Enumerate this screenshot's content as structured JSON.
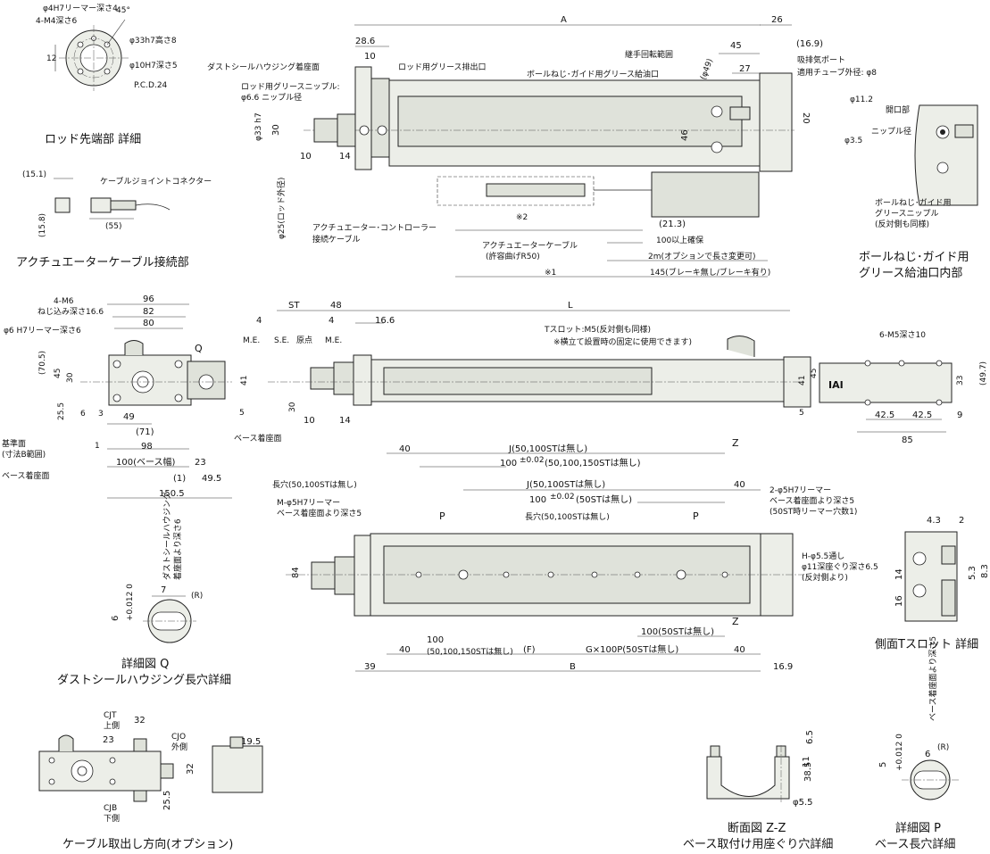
{
  "captions": {
    "rod_tip": "ロッド先端部 詳細",
    "cable_connector": "アクチュエーターケーブル接続部",
    "grease_inlet_line1": "ボールねじ･ガイド用",
    "grease_inlet_line2": "グリース給油口内部",
    "detail_q_line1": "詳細図 Q",
    "detail_q_line2": "ダストシールハウジング長穴詳細",
    "side_tslot": "側面Tスロット 詳細",
    "cable_exit": "ケーブル取出し方向(オプション)",
    "section_zz_line1": "断面図 Z-Z",
    "section_zz_line2": "ベース取付け用座ぐり穴詳細",
    "detail_p_line1": "詳細図 P",
    "detail_p_line2": "ベース長穴詳細"
  },
  "rod_tip": {
    "reamer": "φ4H7リーマー深さ4",
    "tap": "4-M4深さ6",
    "angle": "45°",
    "boss": "φ33h7高さ8",
    "bore": "φ10H7深さ5",
    "pcd": "P.C.D.24",
    "dim12": "12"
  },
  "cable_connector": {
    "label": "ケーブルジョイントコネクター",
    "d15_1": "(15.1)",
    "d15_8": "(15.8)",
    "d55": "(55)"
  },
  "top_view": {
    "A": "A",
    "d26": "26",
    "d28_6": "28.6",
    "d10": "10",
    "dust_seal_face": "ダストシールハウジング着座面",
    "rod_grease_outlet": "ロッド用グリース排出口",
    "rod_grease_nipple_1": "ロッド用グリースニップル:",
    "rod_grease_nipple_2": "φ6.6 ニップル径",
    "joint_rotation": "継手回転範囲",
    "ball_screw_grease": "ボールねじ･ガイド用グリース給油口",
    "d45": "45",
    "d49": "(φ49)",
    "d27": "27",
    "d16_9": "(16.9)",
    "exhaust_port_1": "吸排気ポート",
    "exhaust_port_2": "適用チューブ外径: φ8",
    "d20": "20",
    "d46": "46",
    "d33h7": "φ33 h7",
    "d30": "30",
    "d14": "14",
    "rod_dia": "φ25(ロッド外径)",
    "actuator_cable_conn_1": "アクチュエーター･コントローラー",
    "actuator_cable_conn_2": "接続ケーブル",
    "note2": "※2",
    "d21_3": "(21.3)",
    "min100": "100以上確保",
    "actuator_cable_1": "アクチュエーターケーブル",
    "actuator_cable_2": "(許容曲げR50)",
    "len2m": "2m(オプションで長さ変更可)",
    "note1": "※1",
    "d145": "145(ブレーキ無し/ブレーキ有り)"
  },
  "grease_inlet": {
    "d11_2": "φ11.2",
    "port": "開口部",
    "d3_5": "φ3.5",
    "nipple": "ニップル径",
    "note_1": "ボールねじ･ガイド用",
    "note_2": "グリースニップル",
    "note_3": "(反対側も同様)"
  },
  "front_view": {
    "m6": "4-M6",
    "m6_depth": "ねじ込み深さ16.6",
    "reamer": "φ6 H7リーマー深さ6",
    "d96": "96",
    "d82": "82",
    "d80": "80",
    "Q": "Q",
    "d70_5": "(70.5)",
    "d45": "45",
    "d30": "30",
    "d25_5": "25.5",
    "d6": "6",
    "d3": "3",
    "d41": "41",
    "d5": "5",
    "d49": "49",
    "d71": "(71)",
    "d98": "98",
    "d1": "1",
    "ref_face_1": "基準面",
    "ref_face_2": "(寸法B範囲)",
    "base_face": "ベース着座面",
    "base_face_r": "ベース着座面",
    "d100": "100(ベース幅)",
    "d23": "23",
    "d1b": "(1)",
    "d49_5": "49.5",
    "d150_5": "150.5"
  },
  "side_view": {
    "ST": "ST",
    "d48": "48",
    "L": "L",
    "d4a": "4",
    "d4b": "4",
    "d16_6": "16.6",
    "me1": "M.E.",
    "se": "S.E.",
    "origin": "原点",
    "me2": "M.E.",
    "tslot_1": "Tスロット:M5(反対側も同様)",
    "tslot_2": "※横立て設置時の固定に使用できます)",
    "d41": "41",
    "d5": "5",
    "d30": "30",
    "d10": "10",
    "d14": "14"
  },
  "end_view": {
    "m5": "6-M5深さ10",
    "d45": "45",
    "d33": "33",
    "d49_7": "(49.7)",
    "d42_5a": "42.5",
    "d42_5b": "42.5",
    "d85": "85",
    "d9": "9",
    "logo": "IAI"
  },
  "bottom_view": {
    "d40a": "40",
    "J1": "J(50,100STは無し)",
    "Z1": "Z",
    "d100_02": "100",
    "tol02": "±0.02",
    "cond1": "(50,100,150STは無し)",
    "J2": "J(50,100STは無し)",
    "d40b": "40",
    "slot1": "長穴(50,100STは無し)",
    "m_reamer_1": "M-φ5H7リーマー",
    "m_reamer_2": "ベース着座面より深さ5",
    "P1": "P",
    "d100_b": "100",
    "tol02b": "±0.02",
    "cond2": "(50STは無し)",
    "slot2": "長穴(50,100STは無し)",
    "P2": "P",
    "reamer2_1": "2-φ5H7リーマー",
    "reamer2_2": "ベース着座面より深さ5",
    "reamer2_3": "(50ST時リーマー穴数1)",
    "h_1": "H-φ5.5通し",
    "h_2": "φ11深座ぐり深さ6.5",
    "h_3": "(反対側より)",
    "d84": "84",
    "d100c": "100(50STは無し)",
    "Z2": "Z",
    "d40c": "40",
    "d100d": "100",
    "cond3": "(50,100,150STは無し)",
    "F": "(F)",
    "G": "G×100P(50STは無し)",
    "d40d": "40",
    "d39": "39",
    "B": "B",
    "d16_9": "16.9"
  },
  "tslot_detail": {
    "d4_3": "4.3",
    "d2": "2",
    "d14": "14",
    "d5_3": "5.3",
    "d8_3": "8.3",
    "d16": "16"
  },
  "detail_q": {
    "d6": "6",
    "tol": "+0.012 0",
    "note": "ダストシールハウジング",
    "note2": "着座面より深さ6",
    "d7": "7",
    "R": "(R)"
  },
  "cable_exit": {
    "CJT_1": "CJT",
    "CJT_2": "上側",
    "d32": "32",
    "d23": "23",
    "CJO_1": "CJO",
    "CJO_2": "外側",
    "d32b": "32",
    "d25_5": "25.5",
    "CJB_1": "CJB",
    "CJB_2": "下側",
    "d19_5": "19.5"
  },
  "section_zz": {
    "d6_5": "6.5",
    "d11": "11",
    "d38_5": "38.5",
    "d5_5": "φ5.5"
  },
  "detail_p": {
    "d5": "5",
    "tol": "+0.012 0",
    "note": "ベース着座面より深さ5",
    "d6": "6",
    "R": "(R)"
  }
}
